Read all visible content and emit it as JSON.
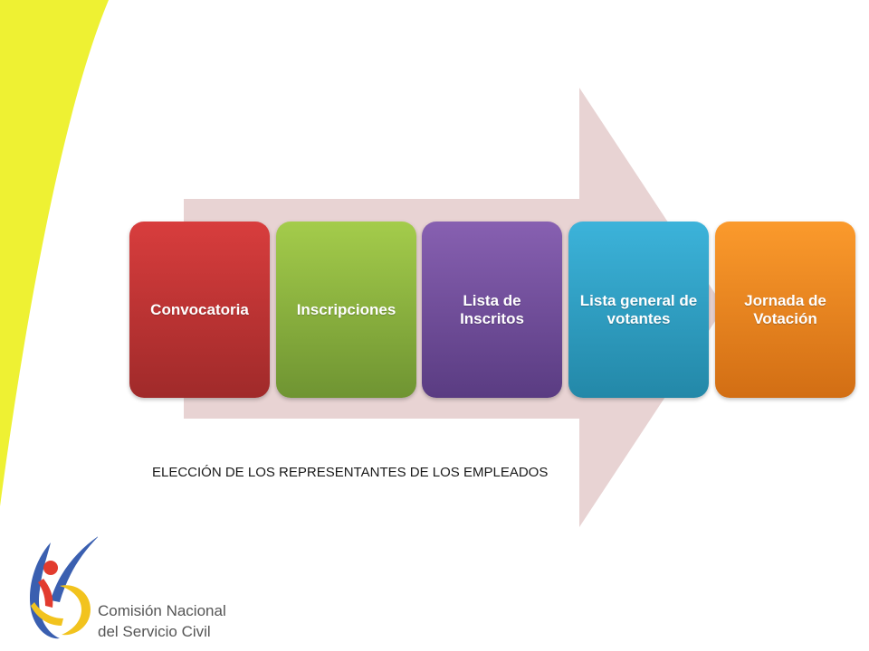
{
  "diagram": {
    "steps": [
      {
        "label": "Convocatoria",
        "color": "#c93535"
      },
      {
        "label": "Inscripciones",
        "color": "#8fb743"
      },
      {
        "label": "Lista de Inscritos",
        "color": "#74509f"
      },
      {
        "label": "Lista general de votantes",
        "color": "#2ea2c7"
      },
      {
        "label": "Jornada de Votación",
        "color": "#f28420"
      }
    ],
    "arrow_color": "#e8d3d3",
    "caption": "ELECCIÓN DE LOS REPRESENTANTES DE LOS EMPLEADOS"
  },
  "theme": {
    "swoosh_color": "#eef133"
  },
  "logo": {
    "line1": "Comisión Nacional",
    "line2": "del Servicio Civil"
  }
}
